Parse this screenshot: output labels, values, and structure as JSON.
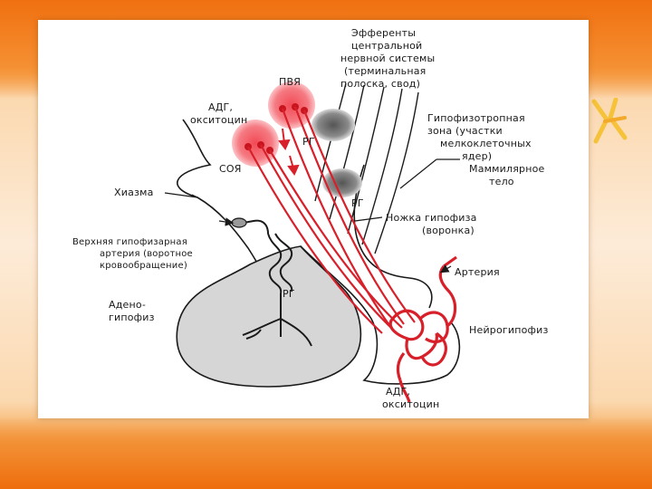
{
  "diagram": {
    "labels": {
      "efferent_1": "Эфференты",
      "efferent_2": "центральной",
      "efferent_3": "нервной системы",
      "efferent_4": "(терминальная",
      "efferent_5": "полоска, свод)",
      "pva": "ПВЯ",
      "adh_top_1": "АДГ,",
      "adh_top_2": "окситоцин",
      "rg_1": "РГ",
      "soya": "СОЯ",
      "hypophysiotropic_1": "Гипофизотропная",
      "hypophysiotropic_2": "зона (участки",
      "hypophysiotropic_3": "мелкоклеточных",
      "hypophysiotropic_4": "ядер)",
      "mammillary_1": "Маммилярное",
      "mammillary_2": "тело",
      "chiasm": "Хиазма",
      "rg_2": "РГ",
      "stalk_1": "Ножка гипофиза",
      "stalk_2": "(воронка)",
      "sup_artery_1": "Верхняя гипофизарная",
      "sup_artery_2": "артерия (воротное",
      "sup_artery_3": "кровообращение)",
      "artery": "Артерия",
      "rg_3": "РГ",
      "adeno_1": "Адено-",
      "adeno_2": "гипофиз",
      "neuro": "Нейрогипофиз",
      "adh_bottom_1": "АДГ,",
      "adh_bottom_2": "окситоцин"
    },
    "colors": {
      "vessel_red": "#d8202a",
      "nucleus_red": "#f06a74",
      "gland_gray": "#d6d6d6",
      "outline": "#1a1a1a"
    }
  }
}
